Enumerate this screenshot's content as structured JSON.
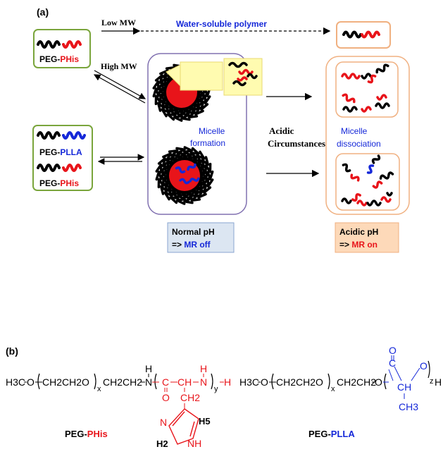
{
  "panel_a": {
    "label": "(a)",
    "low_mw": "Low MW",
    "high_mw": "High MW",
    "water_soluble": "Water-soluble polymer",
    "micelle_formation": [
      "Micelle",
      "formation"
    ],
    "acidic_circumstances": [
      "Acidic",
      "Circumstances"
    ],
    "micelle_dissociation": [
      "Micelle",
      "dissociation"
    ],
    "normal_ph": [
      "Normal pH",
      "=> ",
      "MR off"
    ],
    "acidic_ph": [
      "Acidic pH",
      "=> ",
      "MR on"
    ],
    "box1": {
      "peg": "PEG-",
      "block": "PHis"
    },
    "box2a": {
      "peg": "PEG-",
      "block": "PLLA"
    },
    "box2b": {
      "peg": "PEG-",
      "block": "PHis"
    }
  },
  "panel_b": {
    "label": "(b)",
    "phis_caption": {
      "peg": "PEG-",
      "block": "PHis"
    },
    "plla_caption": {
      "peg": "PEG-",
      "block": "PLLA"
    },
    "formula_phis": {
      "h3c": "H3C",
      "o": "O",
      "repeat": "CH2CH2O",
      "x": "x",
      "ch2ch2": "CH2CH2",
      "n": "N",
      "h_top": "H",
      "c_co": "C",
      "ch": "CH",
      "nh": "N",
      "h_n": "H",
      "y": "y",
      "h_end": "H",
      "o_dbl": "O",
      "ch2_side": "CH2",
      "ring_n": "N",
      "h5": "H5",
      "h2": "H2",
      "nh_ring": "NH"
    },
    "formula_plla": {
      "h3c": "H3C",
      "o": "O",
      "repeat": "CH2CH2O",
      "x": "x",
      "ch2ch2": "CH2CH2",
      "o2": "O",
      "c": "C",
      "o_dbl": "O",
      "ch": "CH",
      "o3": "O",
      "z": "z",
      "h_end": "H",
      "ch3": "CH3"
    }
  },
  "colors": {
    "red": "#e8141a",
    "blue": "#1528d8",
    "black": "#000000",
    "green_border": "#7aa53c",
    "orange_border": "#f0b080",
    "purple_border": "#8070b0",
    "yellow": "#fffbb0",
    "normal_ph_bg": "#dce6f2",
    "acidic_ph_bg": "#fdd9b9"
  }
}
